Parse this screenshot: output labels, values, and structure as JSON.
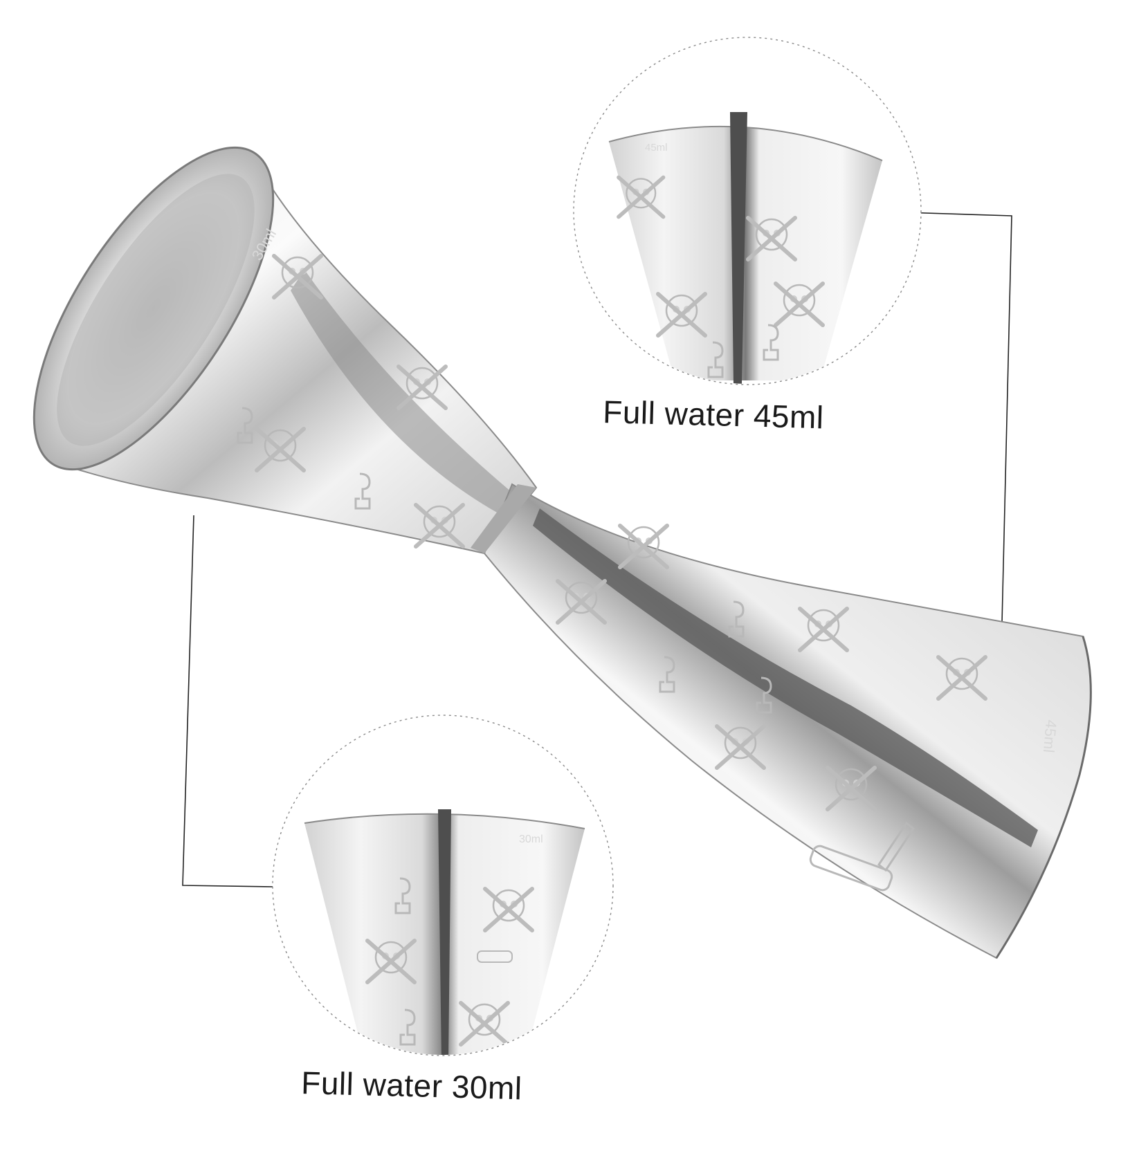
{
  "product": {
    "name": "double-ended jigger",
    "motif": "pirate skull and crossbones engraving",
    "colors": {
      "steel_light": "#f4f4f4",
      "steel_mid": "#c9c9c9",
      "steel_dark": "#7a7a7a",
      "edge": "#5e5e5e"
    }
  },
  "jigger": {
    "small_cup_marking": "30ml",
    "large_cup_marking": "45ml"
  },
  "callouts": [
    {
      "text": "Full water 45ml",
      "cup_marking": "45ml"
    },
    {
      "text": "Full water 30ml",
      "cup_marking": "30ml"
    }
  ],
  "icons": [
    "skull-crossbones-icon",
    "hook-icon",
    "pistol-icon",
    "scroll-icon",
    "fish-bone-icon"
  ]
}
